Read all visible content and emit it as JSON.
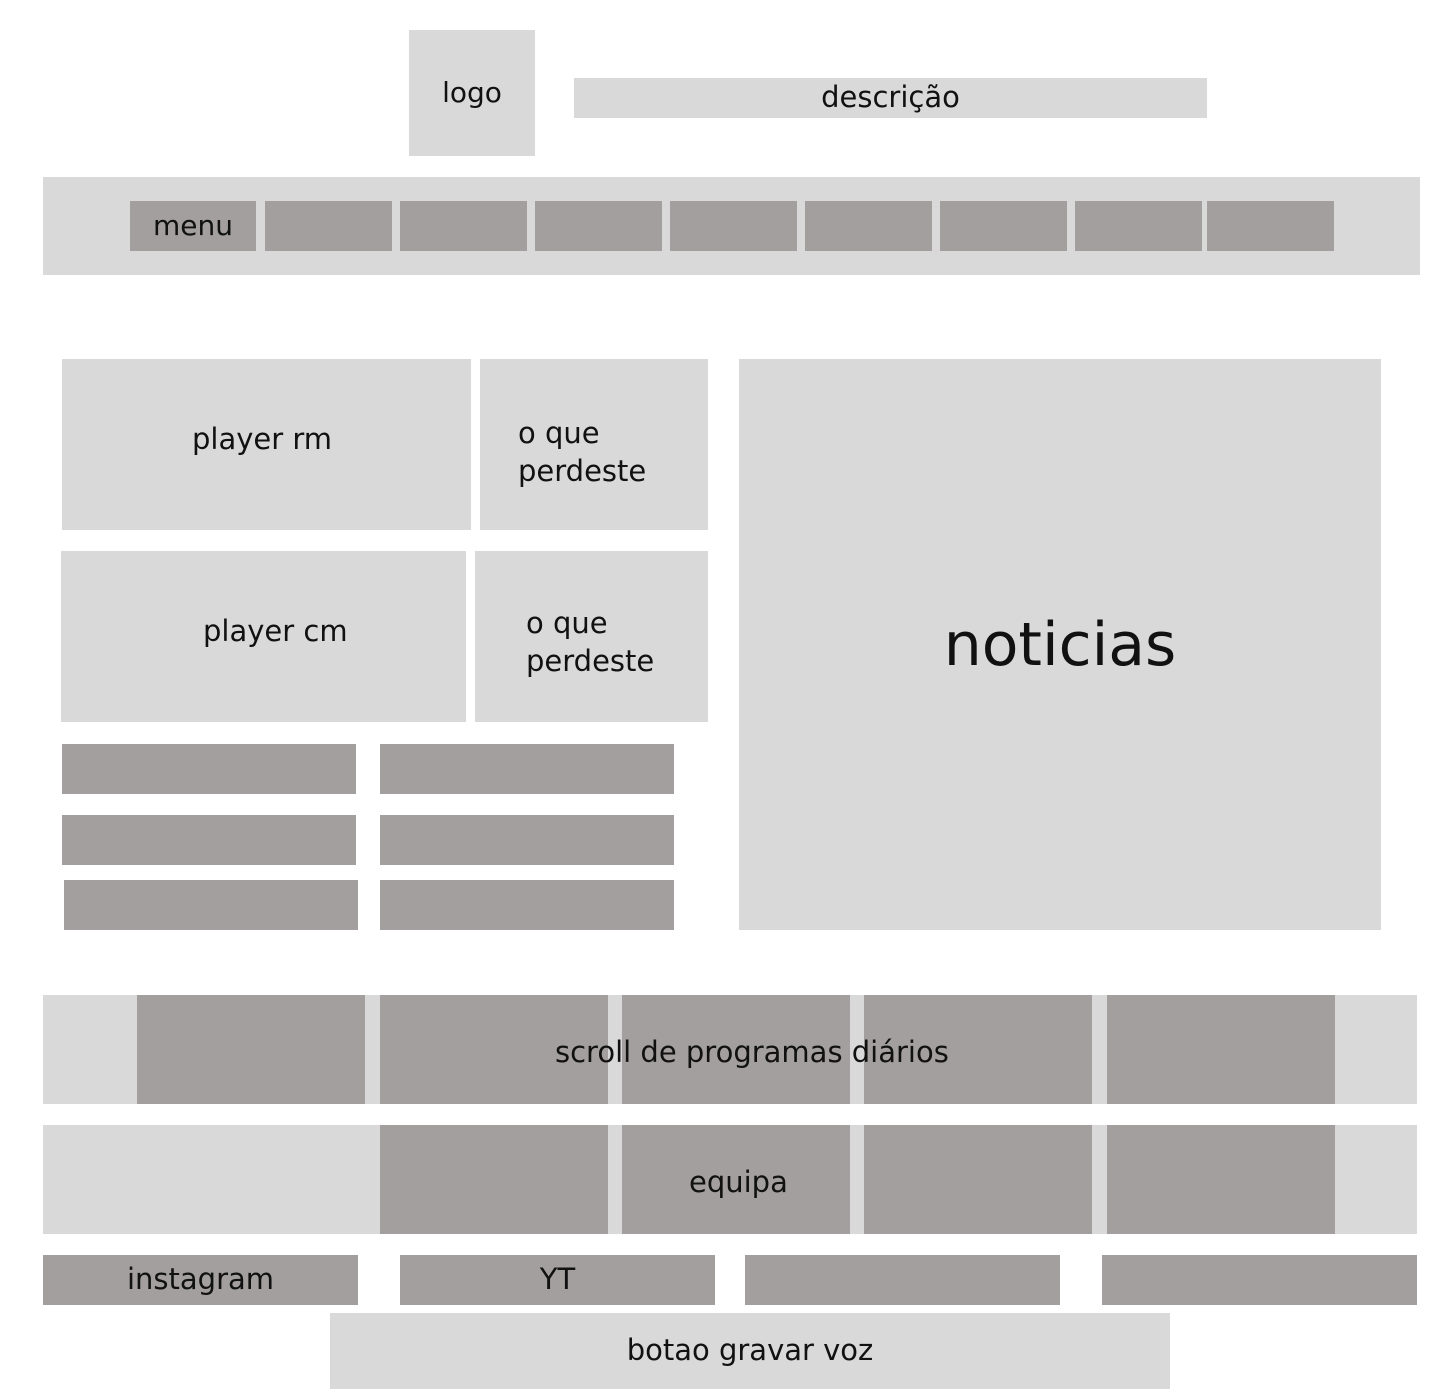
{
  "header": {
    "logo": "logo",
    "description": "descrição"
  },
  "nav": {
    "menu_label": "menu"
  },
  "players": {
    "rm": "player rm",
    "cm": "player cm",
    "missed_1_line1": "o que",
    "missed_1_line2": "perdeste",
    "missed_2_line1": "o que",
    "missed_2_line2": "perdeste"
  },
  "news": {
    "title": "noticias"
  },
  "programs": {
    "label": "scroll de programas diários"
  },
  "team": {
    "label": "equipa"
  },
  "social": {
    "instagram": "instagram",
    "youtube": "YT"
  },
  "voice": {
    "button": "botao gravar voz"
  }
}
